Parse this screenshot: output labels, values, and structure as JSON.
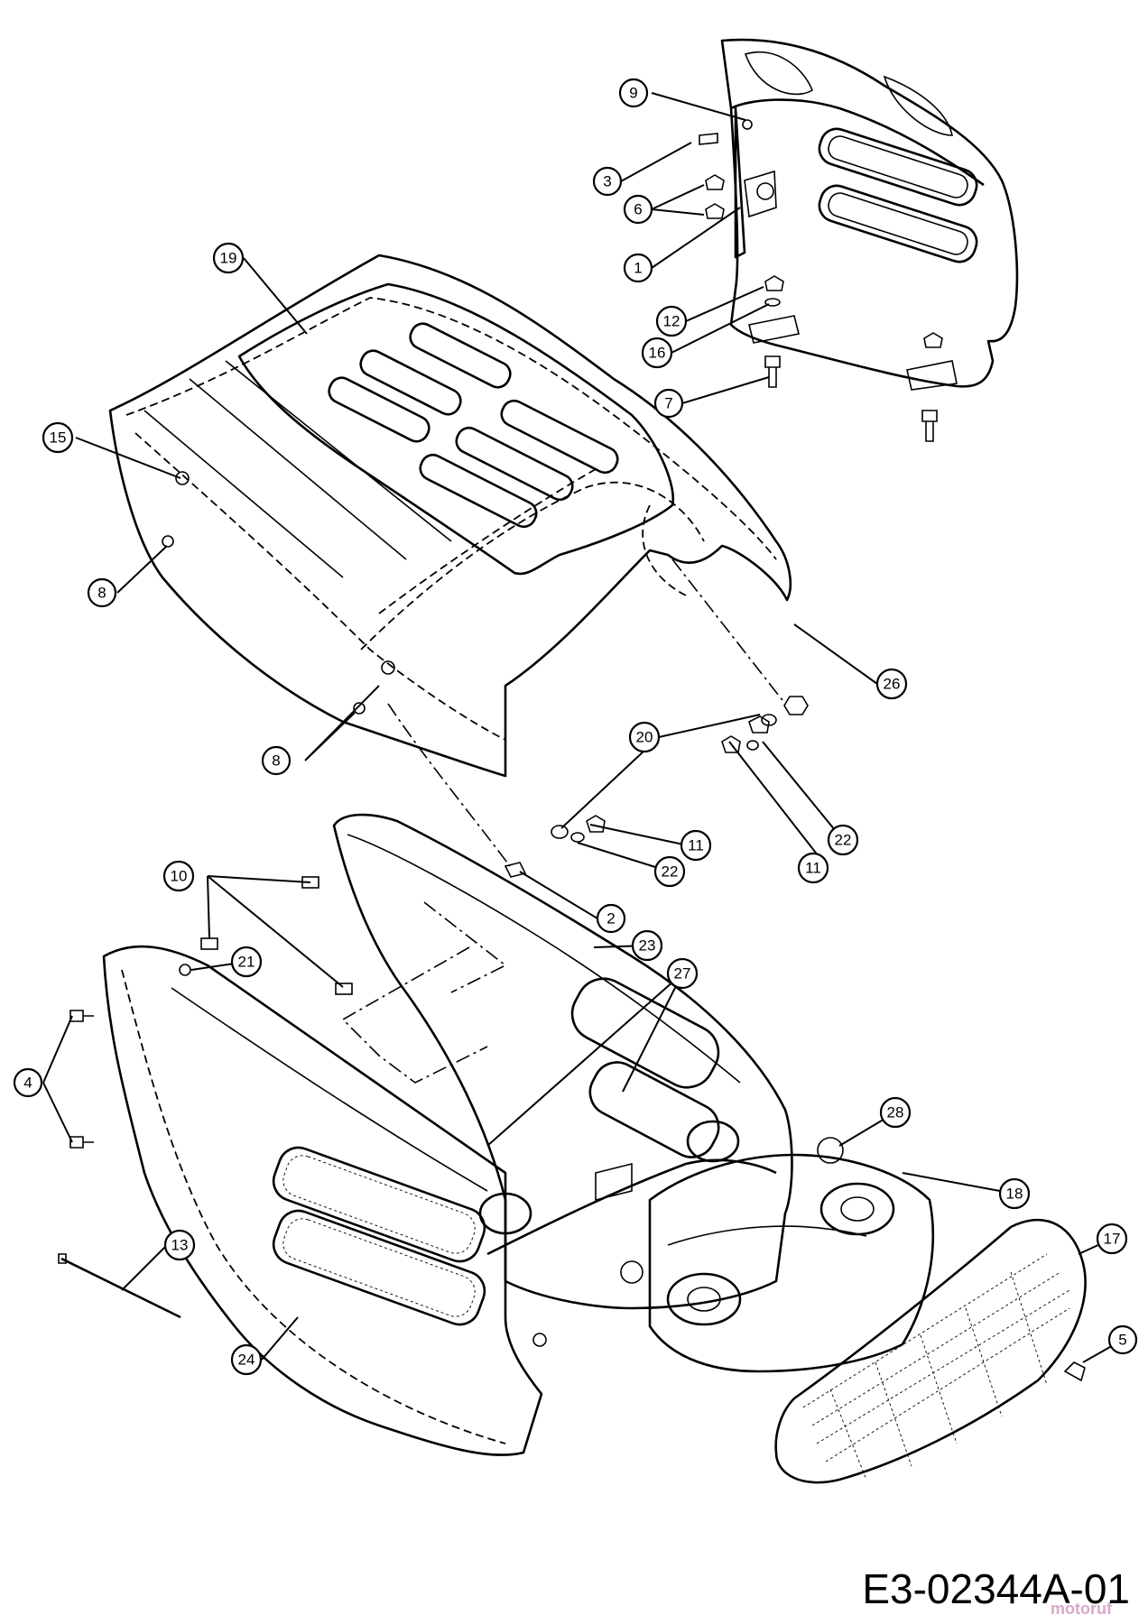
{
  "drawing_id": "E3-02344A-01",
  "watermark": "motoruf",
  "callouts": [
    {
      "label": "9"
    },
    {
      "label": "3"
    },
    {
      "label": "6"
    },
    {
      "label": "1"
    },
    {
      "label": "12"
    },
    {
      "label": "16"
    },
    {
      "label": "7"
    },
    {
      "label": "19"
    },
    {
      "label": "15"
    },
    {
      "label": "8"
    },
    {
      "label": "26"
    },
    {
      "label": "8"
    },
    {
      "label": "20"
    },
    {
      "label": "22"
    },
    {
      "label": "11"
    },
    {
      "label": "11"
    },
    {
      "label": "22"
    },
    {
      "label": "10"
    },
    {
      "label": "2"
    },
    {
      "label": "23"
    },
    {
      "label": "21"
    },
    {
      "label": "27"
    },
    {
      "label": "4"
    },
    {
      "label": "28"
    },
    {
      "label": "18"
    },
    {
      "label": "17"
    },
    {
      "label": "13"
    },
    {
      "label": "5"
    },
    {
      "label": "24"
    }
  ],
  "icons": [
    "fastener-icon",
    "nut-icon",
    "washer-icon",
    "bolt-icon",
    "clip-icon",
    "headlight-icon"
  ]
}
